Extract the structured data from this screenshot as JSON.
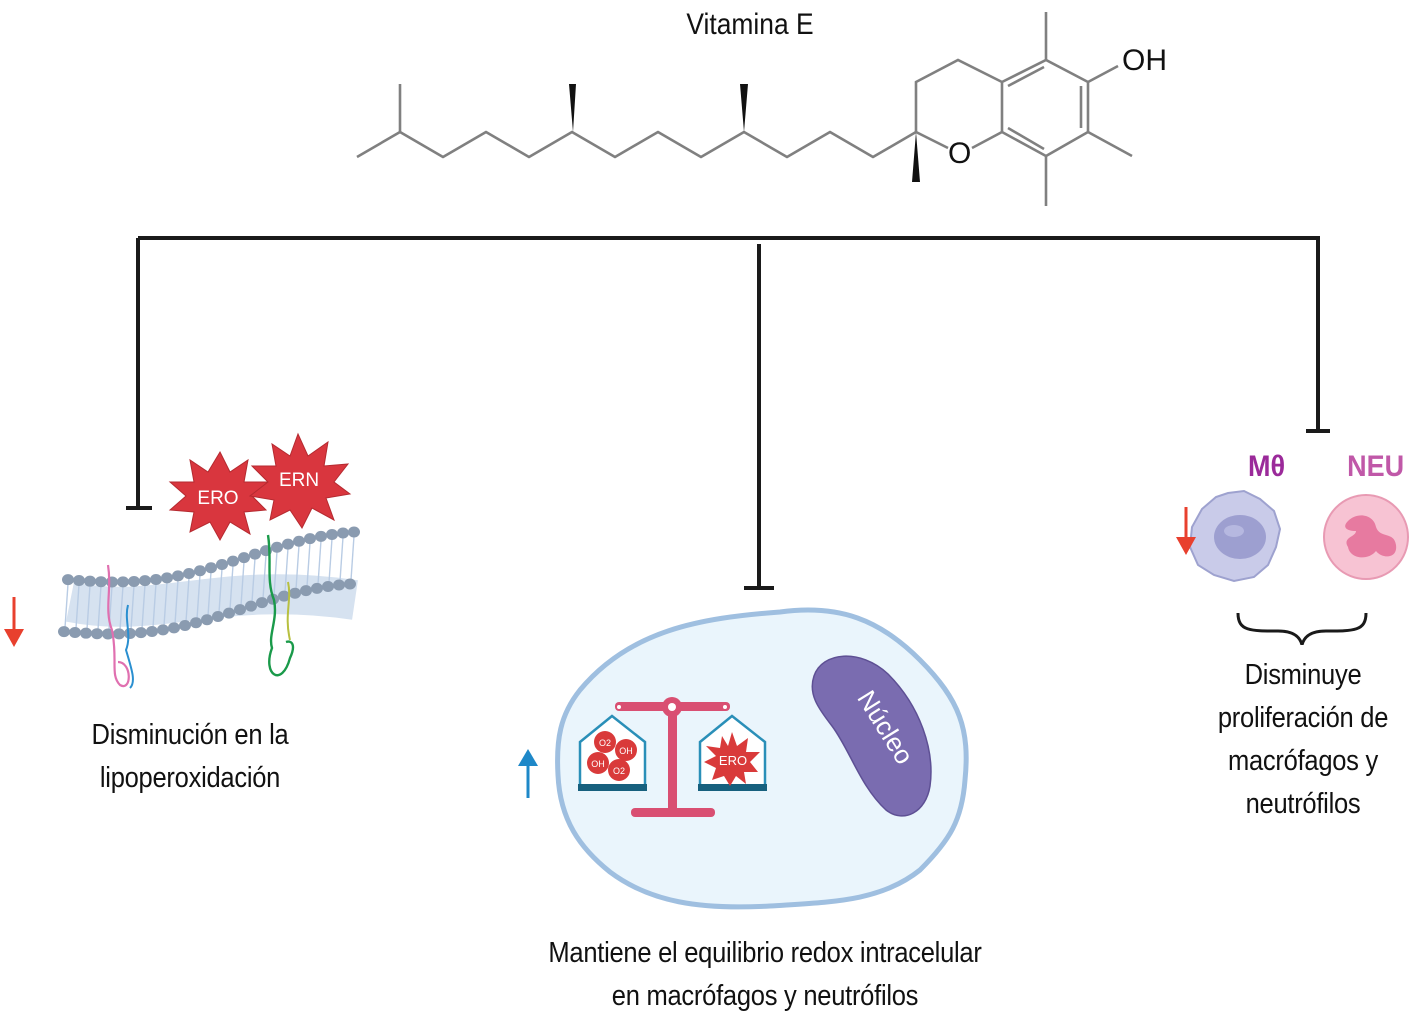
{
  "molecule": {
    "title": "Vitamina E",
    "atom_oh": "OH",
    "atom_o": "O"
  },
  "branches": {
    "left": {
      "caption_line1": "Disminución en la",
      "caption_line2": "lipoperoxidación",
      "badges": [
        "ERO",
        "ERN"
      ],
      "trend": "down",
      "trend_color": "#e8402e"
    },
    "center": {
      "caption_line1": "Mantiene el equilibrio redox intracelular",
      "caption_line2": "en macrófagos y neutrófilos",
      "nucleus_label": "Núcleo",
      "left_pan_items": [
        "O2",
        "OH",
        "OH",
        "O2"
      ],
      "right_pan_item": "ERO",
      "trend": "up",
      "trend_color": "#1e88c8"
    },
    "right": {
      "cell_labels": [
        "Mθ",
        "NEU"
      ],
      "caption_lines": [
        "Disminuye",
        "proliferación de",
        "macrófagos y",
        "neutrófilos"
      ],
      "trend": "down",
      "trend_color": "#e8402e"
    }
  },
  "colors": {
    "line": "#1a1a1a",
    "bond": "#7a7a7a",
    "ros_star": "#d9363e",
    "cell_fill": "#eaf5fc",
    "cell_border": "#9fbfe0",
    "nucleus": "#7a6cb0",
    "scale": "#d94f72",
    "pan": "#2a8fb8",
    "macrophage_label": "#9b2a9a",
    "neutrophil_label": "#c058a8"
  }
}
